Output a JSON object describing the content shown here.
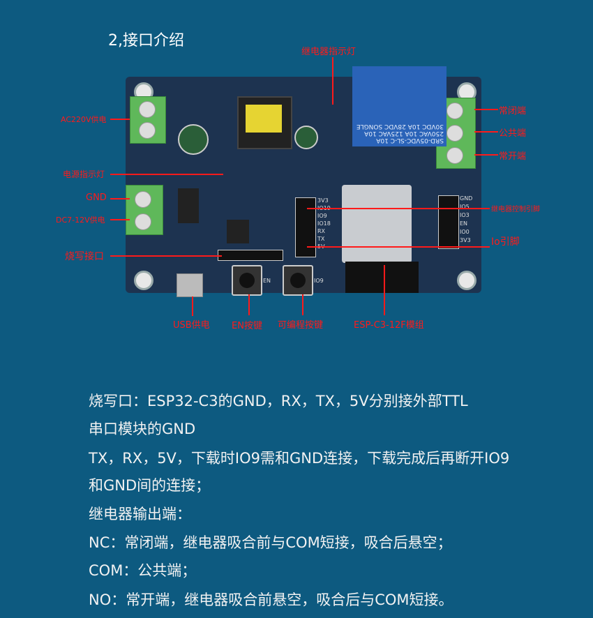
{
  "title": "2,接口介绍",
  "board": {
    "relay_text": "SRD-05VDC-SL-C 10A 250VAC 10A 125VAC 10A 30VDC 10A 28VDC SONGLE",
    "button_labels": {
      "en": "EN",
      "io9": "IO9"
    },
    "left_pins": [
      "3V3",
      "IO19",
      "IO9",
      "IO18",
      "RX",
      "TX",
      "5V"
    ],
    "right_pins": [
      "GND",
      "IO5",
      "IO3",
      "EN",
      "IO0",
      "3V3"
    ]
  },
  "labels": {
    "relay_indicator": "继电器指示灯",
    "ac_power": "AC220V供电",
    "power_indicator": "电源指示灯",
    "gnd": "GND",
    "dc_power": "DC7-12V供电",
    "flash_port": "烧写接口",
    "nc": "常闭端",
    "com": "公共端",
    "no": "常开端",
    "relay_control_pin": "继电器控制引脚",
    "io_pins": "Io引脚",
    "usb_power": "USB供电",
    "en_button": "EN按键",
    "prog_button": "可编程按键",
    "module": "ESP-C3-12F模组"
  },
  "description": [
    "烧写口：ESP32-C3的GND，RX，TX，5V分别接外部TTL",
    "串口模块的GND",
    "TX，RX，5V，下载时IO9需和GND连接，下载完成后再断开IO9",
    "和GND间的连接；",
    "继电器输出端：",
    "NC：常闭端，继电器吸合前与COM短接，吸合后悬空；",
    "COM：公共端；",
    "NO：常开端，继电器吸合前悬空，吸合后与COM短接。"
  ]
}
